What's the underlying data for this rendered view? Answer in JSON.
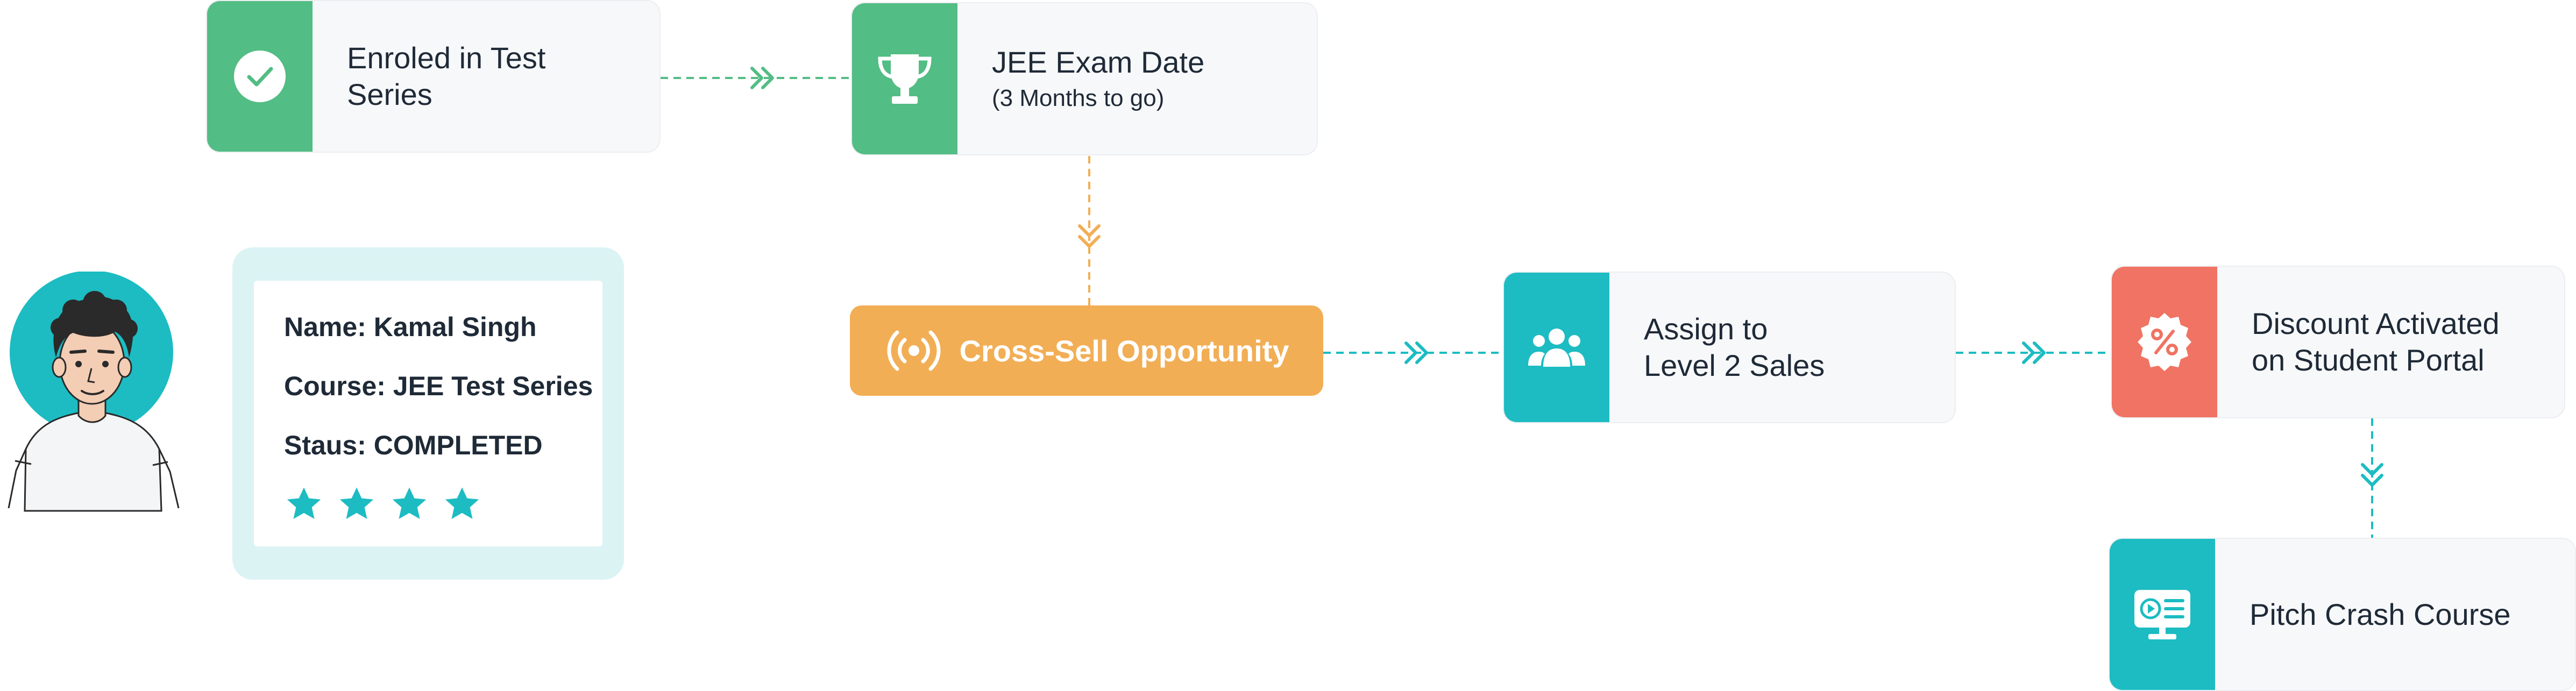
{
  "colors": {
    "green": "#52bd84",
    "teal": "#1cbcc2",
    "orange": "#f2ae55",
    "coral": "#f07363",
    "card_bg": "#f7f8fa",
    "profile_frame": "#dcf3f4"
  },
  "nodes": {
    "enroled": {
      "title": "Enroled in Test\nSeries",
      "icon": "check-circle-icon"
    },
    "exam_date": {
      "title": "JEE Exam Date",
      "subtitle": "(3 Months to go)",
      "icon": "trophy-icon"
    },
    "cross_sell": {
      "title": "Cross-Sell Opportunity",
      "icon": "broadcast-icon"
    },
    "assign": {
      "title": "Assign to\nLevel 2 Sales",
      "icon": "group-users-icon"
    },
    "discount": {
      "title": "Discount Activated\non Student Portal",
      "icon": "percent-badge-icon"
    },
    "pitch": {
      "title": "Pitch Crash Course",
      "icon": "video-screen-icon"
    }
  },
  "profile": {
    "name": "Name: Kamal Singh",
    "course": "Course: JEE Test Series",
    "status": "Staus: COMPLETED",
    "rating": 4,
    "avatar_icon": "student-avatar-icon"
  }
}
